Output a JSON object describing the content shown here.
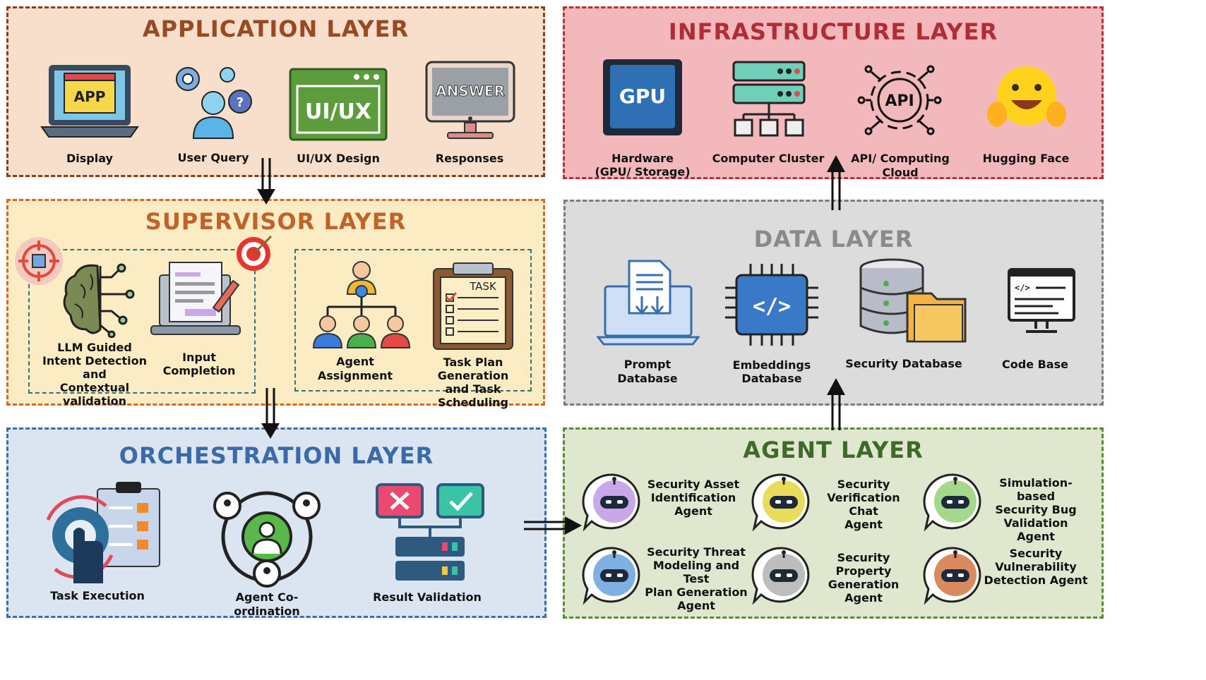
{
  "application": {
    "title": "APPLICATION LAYER",
    "items": [
      "Display",
      "User Query",
      "UI/UX Design",
      "Responses"
    ],
    "icon_text": {
      "app": "APP",
      "uiux": "UI/UX",
      "answer": "ANSWER"
    }
  },
  "infrastructure": {
    "title": "INFRASTRUCTURE LAYER",
    "items": [
      "Hardware\n(GPU/ Storage)",
      "Computer Cluster",
      "API/ Computing Cloud",
      "Hugging Face"
    ],
    "icon_text": {
      "gpu": "GPU",
      "api": "API"
    }
  },
  "supervisor": {
    "title": "SUPERVISOR LAYER",
    "items": [
      "LLM Guided\nIntent Detection and\nContextual validation",
      "Input\nCompletion",
      "Agent Assignment",
      "Task Plan Generation\nand Task Scheduling"
    ],
    "icon_text": {
      "task": "TASK"
    }
  },
  "data_layer": {
    "title": "DATA LAYER",
    "items": [
      "Prompt Database",
      "Embeddings\nDatabase",
      "Security Database",
      "Code Base"
    ]
  },
  "orchestration": {
    "title": "ORCHESTRATION LAYER",
    "items": [
      "Task Execution",
      "Agent Co-ordination",
      "Result Validation"
    ]
  },
  "agent": {
    "title": "AGENT LAYER",
    "agents": [
      {
        "label": "Security Asset\nIdentification\nAgent",
        "color": "#c9a8ea"
      },
      {
        "label": "Security\nVerification Chat\nAgent",
        "color": "#e8dc5a"
      },
      {
        "label": "Simulation-based\nSecurity Bug\nValidation Agent",
        "color": "#a6d88c"
      },
      {
        "label": "Security Threat\nModeling and Test\nPlan Generation\nAgent",
        "color": "#7fb0e4"
      },
      {
        "label": "Security\nProperty\nGeneration Agent",
        "color": "#bdbdbd"
      },
      {
        "label": "Security\nVulnerability\nDetection Agent",
        "color": "#d98a5e"
      }
    ]
  },
  "colors": {
    "application_bg": "#f7dfcc",
    "application_border": "#8a3f1c",
    "application_title": "#9a4a22",
    "infrastructure_bg": "#f3b8bb",
    "infrastructure_border": "#b0333a",
    "infrastructure_title": "#b02d35",
    "supervisor_bg": "#fcecc4",
    "supervisor_border": "#cf6c2a",
    "supervisor_title": "#c1622b",
    "data_bg": "#dcdcdc",
    "data_border": "#7c7c7c",
    "data_title": "#8a8a8a",
    "orchestration_bg": "#dbe5f2",
    "orchestration_border": "#3a6db0",
    "orchestration_title": "#3a6aa8",
    "agent_bg": "#dfe8cf",
    "agent_border": "#5c8a3a",
    "agent_title": "#3f6a2a"
  }
}
